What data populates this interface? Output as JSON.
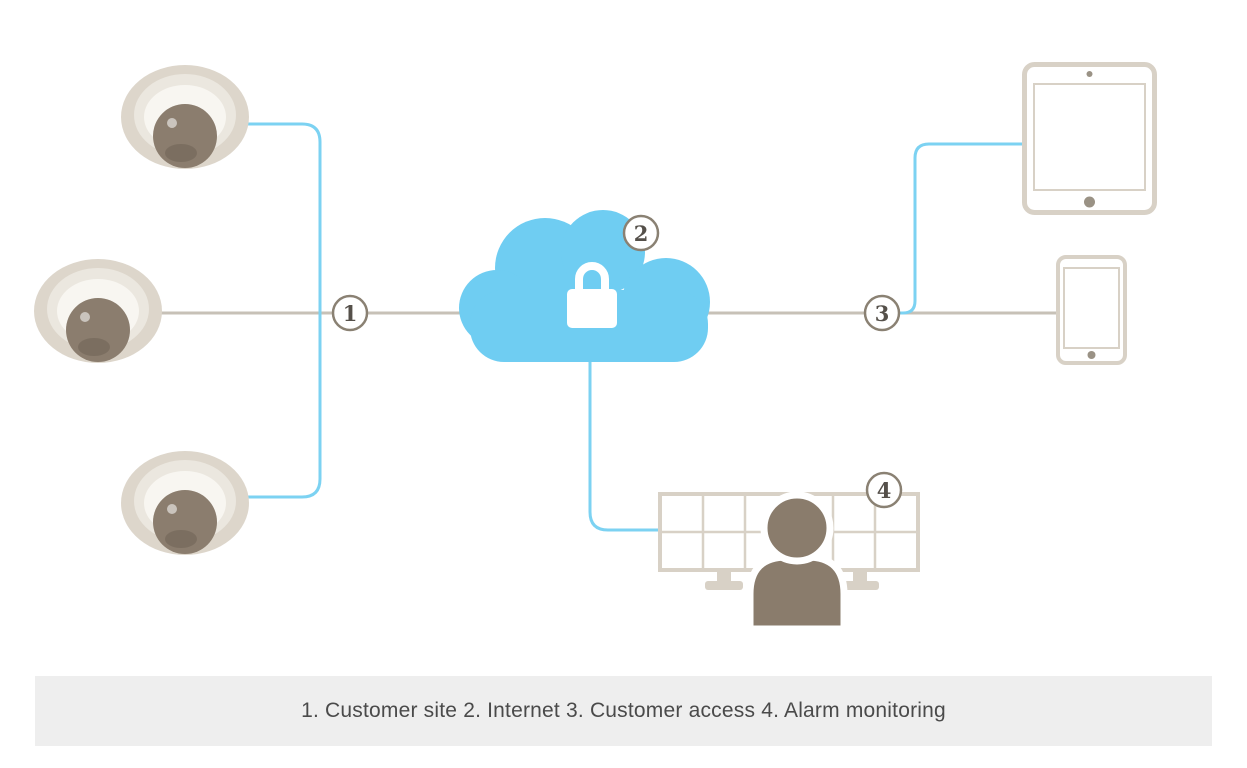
{
  "diagram": {
    "nodes": [
      {
        "label": "1"
      },
      {
        "label": "2"
      },
      {
        "label": "3"
      },
      {
        "label": "4"
      }
    ],
    "caption": "1. Customer site 2. Internet 3. Customer access 4. Alarm monitoring"
  },
  "colors": {
    "background": "#ffffff",
    "cloud_blue": "#6fcdf2",
    "line_blue": "#7cd2f2",
    "line_gray": "#c7c1b7",
    "device_outline": "#d8d1c6",
    "camera_shell": "#ddd6cb",
    "camera_dome": "#8b7d6e",
    "person": "#8a7c6c",
    "node_border": "#8a8173",
    "node_text": "#55504a",
    "caption_background": "#eeeeee",
    "caption_text": "#4a4a4a"
  }
}
